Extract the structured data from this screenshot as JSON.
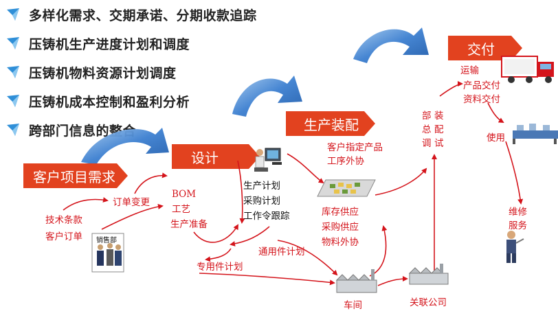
{
  "bullets": [
    {
      "text": "多样化需求、交期承诺、分期收款追踪",
      "icon": "blue-arrow-bullet-icon"
    },
    {
      "text": "压铸机生产进度计划和调度",
      "icon": "blue-arrow-bullet-icon"
    },
    {
      "text": "压铸机物料资源计划调度",
      "icon": "blue-arrow-bullet-icon"
    },
    {
      "text": "压铸机成本控制和盈利分析",
      "icon": "blue-arrow-bullet-icon"
    },
    {
      "text": "跨部门信息的整合",
      "icon": "blue-arrow-bullet-icon"
    }
  ],
  "stages": {
    "customer": "客户项目需求",
    "design": "设计",
    "assembly": "生产装配",
    "delivery": "交付"
  },
  "nodes": {
    "tech_terms": "技术条款",
    "customer_order": "客户订单",
    "order_change": "订单变更",
    "sales_dept": "销售部",
    "bom": "BOM",
    "process": "工艺",
    "prod_prep": "生产准备",
    "prod_plan": "生产计划",
    "purchase_plan": "采购计划",
    "work_order": "工作令跟踪",
    "cust_process": "客户指定产品",
    "outsourcing": "工序外协",
    "stock_supply": "库存供应",
    "purchase_supply": "采购供应",
    "material_out": "物料外协",
    "common_parts": "通用件计划",
    "special_parts": "专用件计划",
    "workshop": "车间",
    "affiliate": "关联公司",
    "assemble_debug": [
      "部",
      "装",
      "总",
      "配",
      "调",
      "试"
    ],
    "transport": "运输",
    "product_delivery": "产品交付",
    "doc_delivery": "资料交付",
    "use": "使用",
    "repair": [
      "维修",
      "服务"
    ]
  },
  "colors": {
    "accent_red": "#e2421f",
    "arrow_red": "#d4141b",
    "arc_blue": "#3c7fd0",
    "bullet_blue": "#2f8fd8"
  }
}
